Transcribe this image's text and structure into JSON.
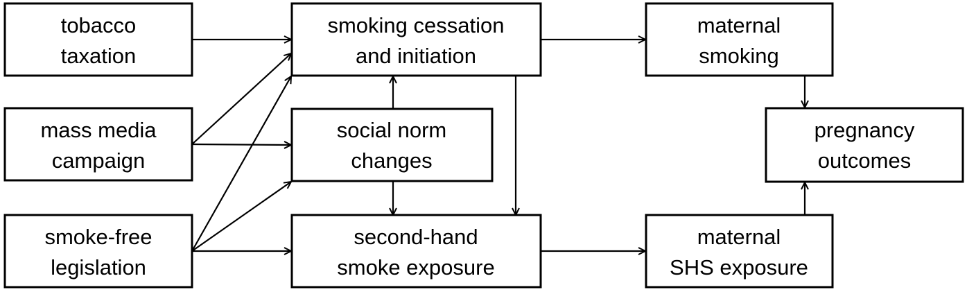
{
  "nodes": {
    "tobacco_taxation": {
      "line1": "tobacco",
      "line2": "taxation"
    },
    "mass_media_campaign": {
      "line1": "mass media",
      "line2": "campaign"
    },
    "smoke_free_legislation": {
      "line1": "smoke-free",
      "line2": "legislation"
    },
    "smoking_cessation": {
      "line1": "smoking cessation",
      "line2": "and initiation"
    },
    "social_norm_changes": {
      "line1": "social norm",
      "line2": "changes"
    },
    "second_hand_smoke": {
      "line1": "second-hand",
      "line2": "smoke exposure"
    },
    "maternal_smoking": {
      "line1": "maternal",
      "line2": "smoking"
    },
    "pregnancy_outcomes": {
      "line1": "pregnancy",
      "line2": "outcomes"
    },
    "maternal_shs_exposure": {
      "line1": "maternal",
      "line2": "SHS exposure"
    }
  },
  "edges": [
    {
      "from": "tobacco_taxation",
      "to": "smoking_cessation"
    },
    {
      "from": "mass_media_campaign",
      "to": "smoking_cessation"
    },
    {
      "from": "mass_media_campaign",
      "to": "social_norm_changes"
    },
    {
      "from": "smoke_free_legislation",
      "to": "smoking_cessation"
    },
    {
      "from": "smoke_free_legislation",
      "to": "social_norm_changes"
    },
    {
      "from": "smoke_free_legislation",
      "to": "second_hand_smoke"
    },
    {
      "from": "social_norm_changes",
      "to": "smoking_cessation"
    },
    {
      "from": "social_norm_changes",
      "to": "second_hand_smoke"
    },
    {
      "from": "smoking_cessation",
      "to": "second_hand_smoke"
    },
    {
      "from": "smoking_cessation",
      "to": "maternal_smoking"
    },
    {
      "from": "maternal_smoking",
      "to": "pregnancy_outcomes"
    },
    {
      "from": "second_hand_smoke",
      "to": "maternal_shs_exposure"
    },
    {
      "from": "maternal_shs_exposure",
      "to": "pregnancy_outcomes"
    }
  ]
}
